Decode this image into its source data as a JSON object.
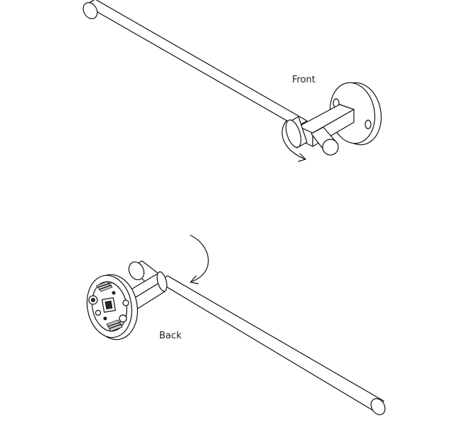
{
  "labels": {
    "front": "Front",
    "back": "Back"
  },
  "colors": {
    "line": "#111111",
    "background": "#ffffff"
  },
  "icons": {
    "rotate_front": "curved-arrow-clockwise",
    "rotate_back": "curved-arrow-clockwise"
  }
}
